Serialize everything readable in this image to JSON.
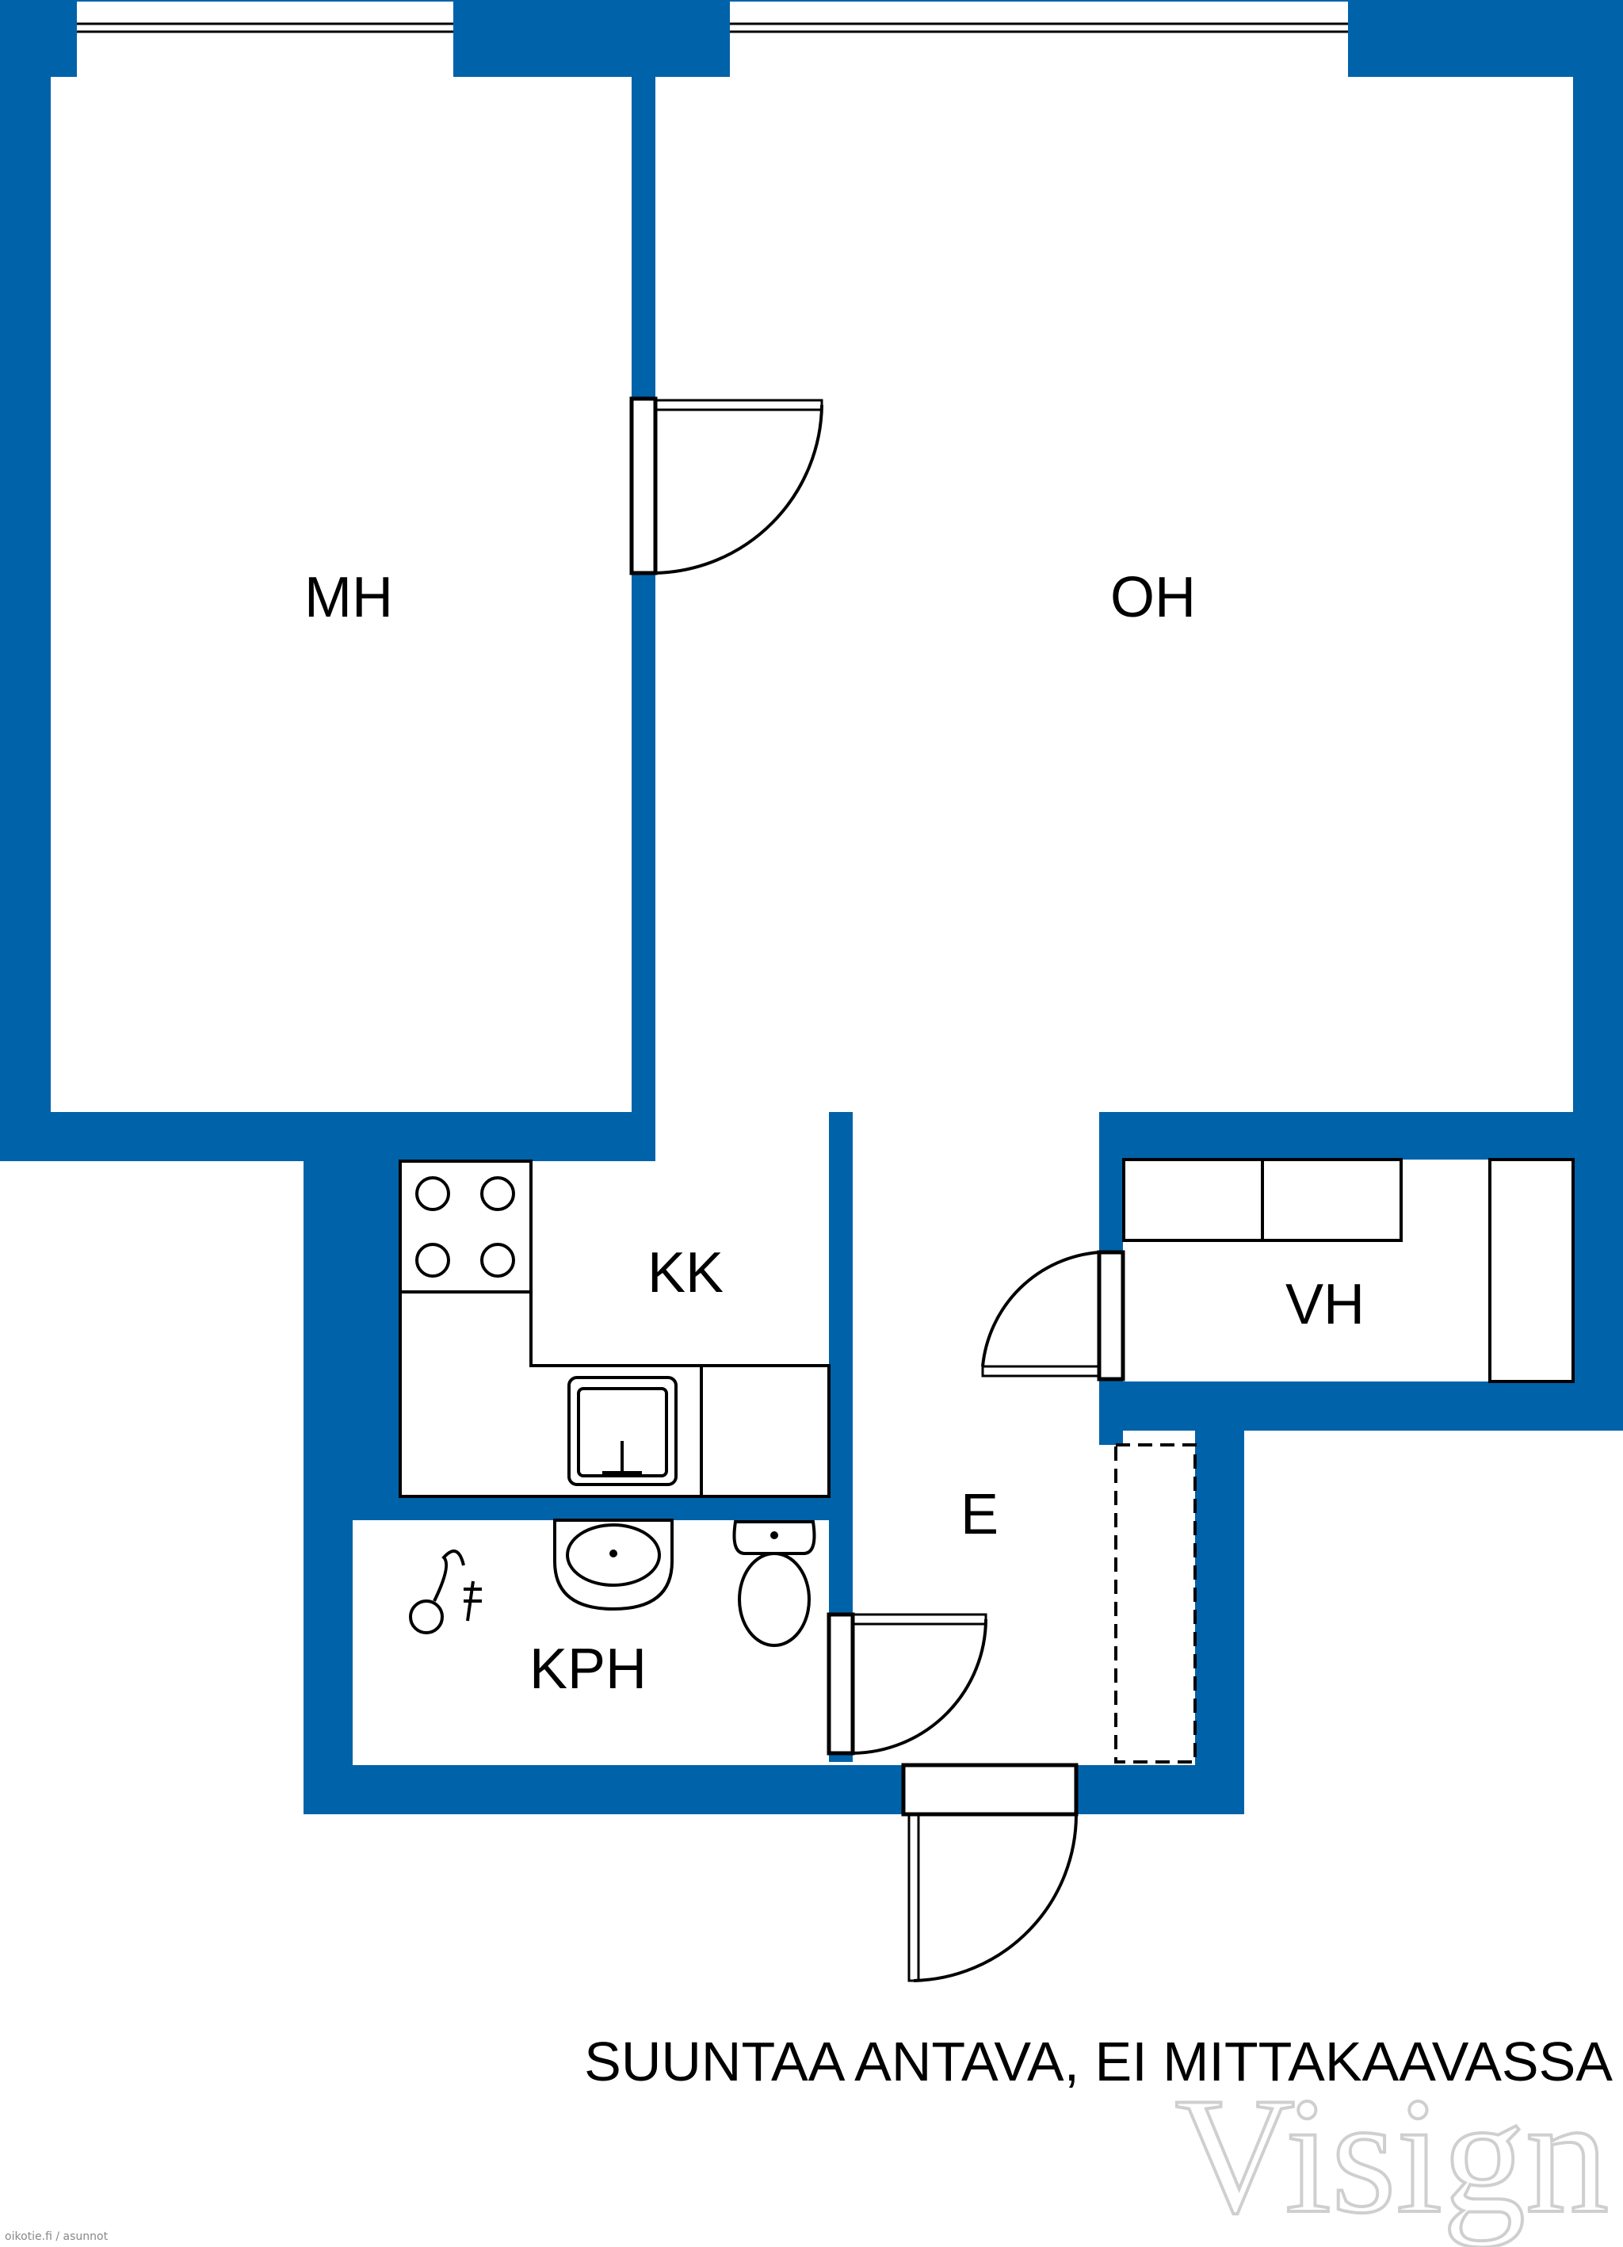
{
  "rooms": {
    "mh": "MH",
    "oh": "OH",
    "kk": "KK",
    "vh": "VH",
    "e": "E",
    "kph": "KPH"
  },
  "disclaimer": "SUUNTAA ANTAVA, EI MITTAKAAVASSA",
  "watermark": "Visign",
  "credit": "oikotie.fi / asunnot",
  "colors": {
    "wall": "#0062a9",
    "background": "#ffffff",
    "lines": "#000000"
  }
}
